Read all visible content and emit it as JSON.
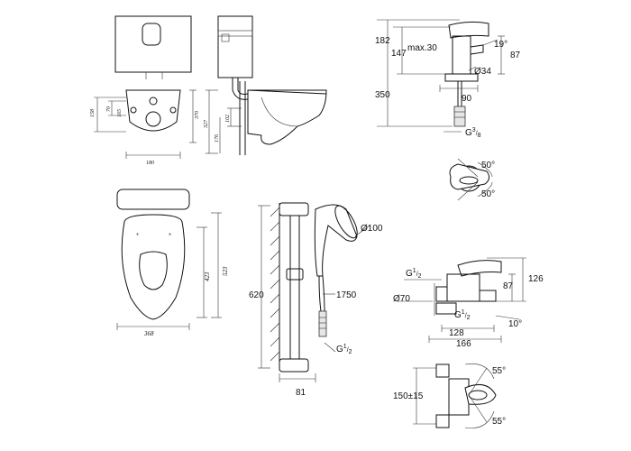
{
  "wc_top": {
    "width": "180",
    "height_total": "370",
    "height_1": "158",
    "height_2": "70",
    "height_3": "165"
  },
  "wc_side": {
    "height_1": "327",
    "height_2": "176",
    "height_3": "102"
  },
  "wc_bowl": {
    "width": "368",
    "height_1": "423",
    "height_2": "523"
  },
  "basin_mixer": {
    "h_total": "182",
    "h_spout": "147",
    "max": "max.30",
    "angle": "19°",
    "h_right": "87",
    "dia": "Ø34",
    "h_hose": "350",
    "w": "90",
    "thread_base": "G",
    "thread_num": "3",
    "thread_den": "8"
  },
  "basin_top": {
    "angle_1": "50°",
    "angle_2": "50°"
  },
  "shower": {
    "height": "620",
    "head_dia": "Ø100",
    "hose": "1750",
    "thread_base": "G",
    "thread_num": "1",
    "thread_den": "2",
    "width": "81"
  },
  "bath_mixer": {
    "thread_top_base": "G",
    "thread_top_num": "1",
    "thread_top_den": "2",
    "dia": "Ø70",
    "thread_bot_base": "G",
    "thread_bot_num": "1",
    "thread_bot_den": "2",
    "h_1": "126",
    "h_2": "87",
    "angle": "10°",
    "w_1": "128",
    "w_2": "166"
  },
  "bath_top": {
    "angle_1": "55°",
    "angle_2": "55°",
    "spacing": "150±15"
  }
}
